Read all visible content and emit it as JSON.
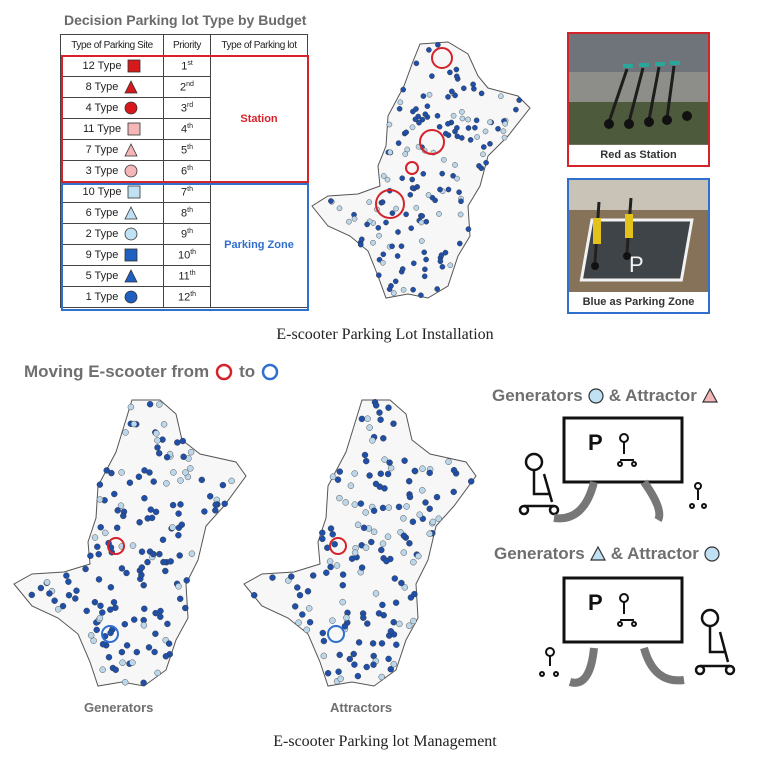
{
  "table": {
    "title": "Decision Parking lot Type by Budget",
    "headers": [
      "Type of Parking Site",
      "Priority",
      "Type of Parking lot"
    ],
    "rows": [
      {
        "site": "12 Type",
        "priority": "1",
        "sup": "st",
        "icon": "square",
        "color": "#d7191c"
      },
      {
        "site": "8 Type",
        "priority": "2",
        "sup": "nd",
        "icon": "triangle",
        "color": "#d7191c"
      },
      {
        "site": "4 Type",
        "priority": "3",
        "sup": "rd",
        "icon": "circle",
        "color": "#d7191c"
      },
      {
        "site": "11 Type",
        "priority": "4",
        "sup": "th",
        "icon": "square",
        "color": "#f4b6b6"
      },
      {
        "site": "7 Type",
        "priority": "5",
        "sup": "th",
        "icon": "triangle",
        "color": "#f4b6b6"
      },
      {
        "site": "3 Type",
        "priority": "6",
        "sup": "th",
        "icon": "circle",
        "color": "#f4b6b6"
      },
      {
        "site": "10 Type",
        "priority": "7",
        "sup": "th",
        "icon": "square",
        "color": "#bfe1f3"
      },
      {
        "site": "6 Type",
        "priority": "8",
        "sup": "th",
        "icon": "triangle",
        "color": "#bfe1f3"
      },
      {
        "site": "2 Type",
        "priority": "9",
        "sup": "th",
        "icon": "circle",
        "color": "#bfe1f3"
      },
      {
        "site": "9 Type",
        "priority": "10",
        "sup": "th",
        "icon": "square",
        "color": "#1f5fbf"
      },
      {
        "site": "5 Type",
        "priority": "11",
        "sup": "th",
        "icon": "triangle",
        "color": "#1f5fbf"
      },
      {
        "site": "1 Type",
        "priority": "12",
        "sup": "th",
        "icon": "circle",
        "color": "#1f5fbf"
      }
    ],
    "station_label": "Station",
    "zone_label": "Parking Zone"
  },
  "photos": {
    "red_caption": "Red as Station",
    "blue_caption": "Blue as Parking Zone"
  },
  "captions": {
    "installation": "E-scooter Parking Lot Installation",
    "management": "E-scooter Parking lot Management"
  },
  "moving": {
    "prefix": "Moving E-scooter from",
    "to": "to"
  },
  "maps": {
    "generators": "Generators",
    "attractors": "Attractors"
  },
  "legend": {
    "top_gen": "Generators",
    "top_amp": "& Attractor",
    "bottom_gen": "Generators",
    "bottom_amp": "& Attractor",
    "parking_letter": "P"
  },
  "colors": {
    "red": "#d4232a",
    "blue": "#2f6fce",
    "marker_blue": "#1f4fa8",
    "marker_light": "#bcd7ea"
  }
}
